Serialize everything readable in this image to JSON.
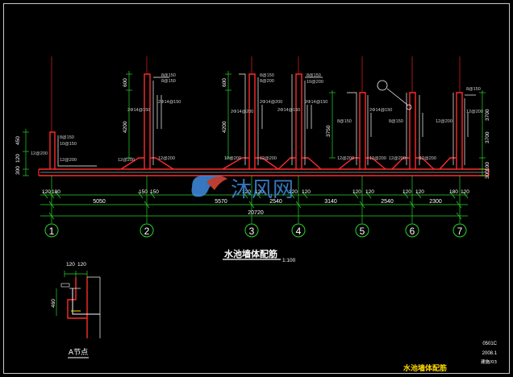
{
  "drawing": {
    "main_title": "水池墙体配筋",
    "main_scale": "1:100",
    "detail_title": "A节点",
    "detail_dims": [
      "120",
      "120"
    ],
    "detail_height": "460",
    "detail_mark": "A",
    "titleblock": {
      "line1": "0501C",
      "line2": "2008.1",
      "line3": "建施/03",
      "title": "水池墙体配筋"
    }
  },
  "axes": {
    "labels": [
      "1",
      "2",
      "3",
      "4",
      "5",
      "6",
      "7"
    ],
    "offsets": [
      "120",
      "180",
      "150",
      "150",
      "120",
      "120",
      "120",
      "120",
      "120",
      "120",
      "120",
      "120",
      "180",
      "120"
    ],
    "spans": [
      "5050",
      "5570",
      "2540",
      "3140",
      "2540",
      "2300"
    ],
    "total": "20720"
  },
  "left_dims": [
    "450",
    "120",
    "300"
  ],
  "right_dims": [
    "3700",
    "3700",
    "100",
    "300"
  ],
  "wall_dims": [
    "600",
    "4200",
    "600",
    "4200",
    "3750"
  ],
  "rebar_labels": {
    "top": [
      "8@150",
      "8@150",
      "8@150",
      "8@150",
      "8@150",
      "8@150",
      "8@150"
    ],
    "mid": [
      "2Φ14@150",
      "2Φ14@150",
      "2Φ14@200",
      "2Φ14@200",
      "2Φ14@150",
      "2Φ14@150",
      "2Φ14@150"
    ],
    "base": [
      "12@200",
      "12@200",
      "12@200",
      "12@200",
      "12@200",
      "12@200",
      "12@200",
      "12@200",
      "12@200",
      "12@200",
      "12@200",
      "12@200"
    ],
    "small": [
      "10@150",
      "8@150",
      "8@200",
      "10@200"
    ]
  },
  "watermark": "沐风网",
  "colors": {
    "background": "#000000",
    "wall": "#ff2a2a",
    "rebar": "#ffffff",
    "dimension": "#29d629",
    "axis": "#29d629",
    "annotation": "#cfcfcf",
    "title": "#ffffff",
    "titleblock_accent": "#ffd800",
    "watermark_blue": "#3f8ce0",
    "watermark_red": "#e0483a"
  }
}
